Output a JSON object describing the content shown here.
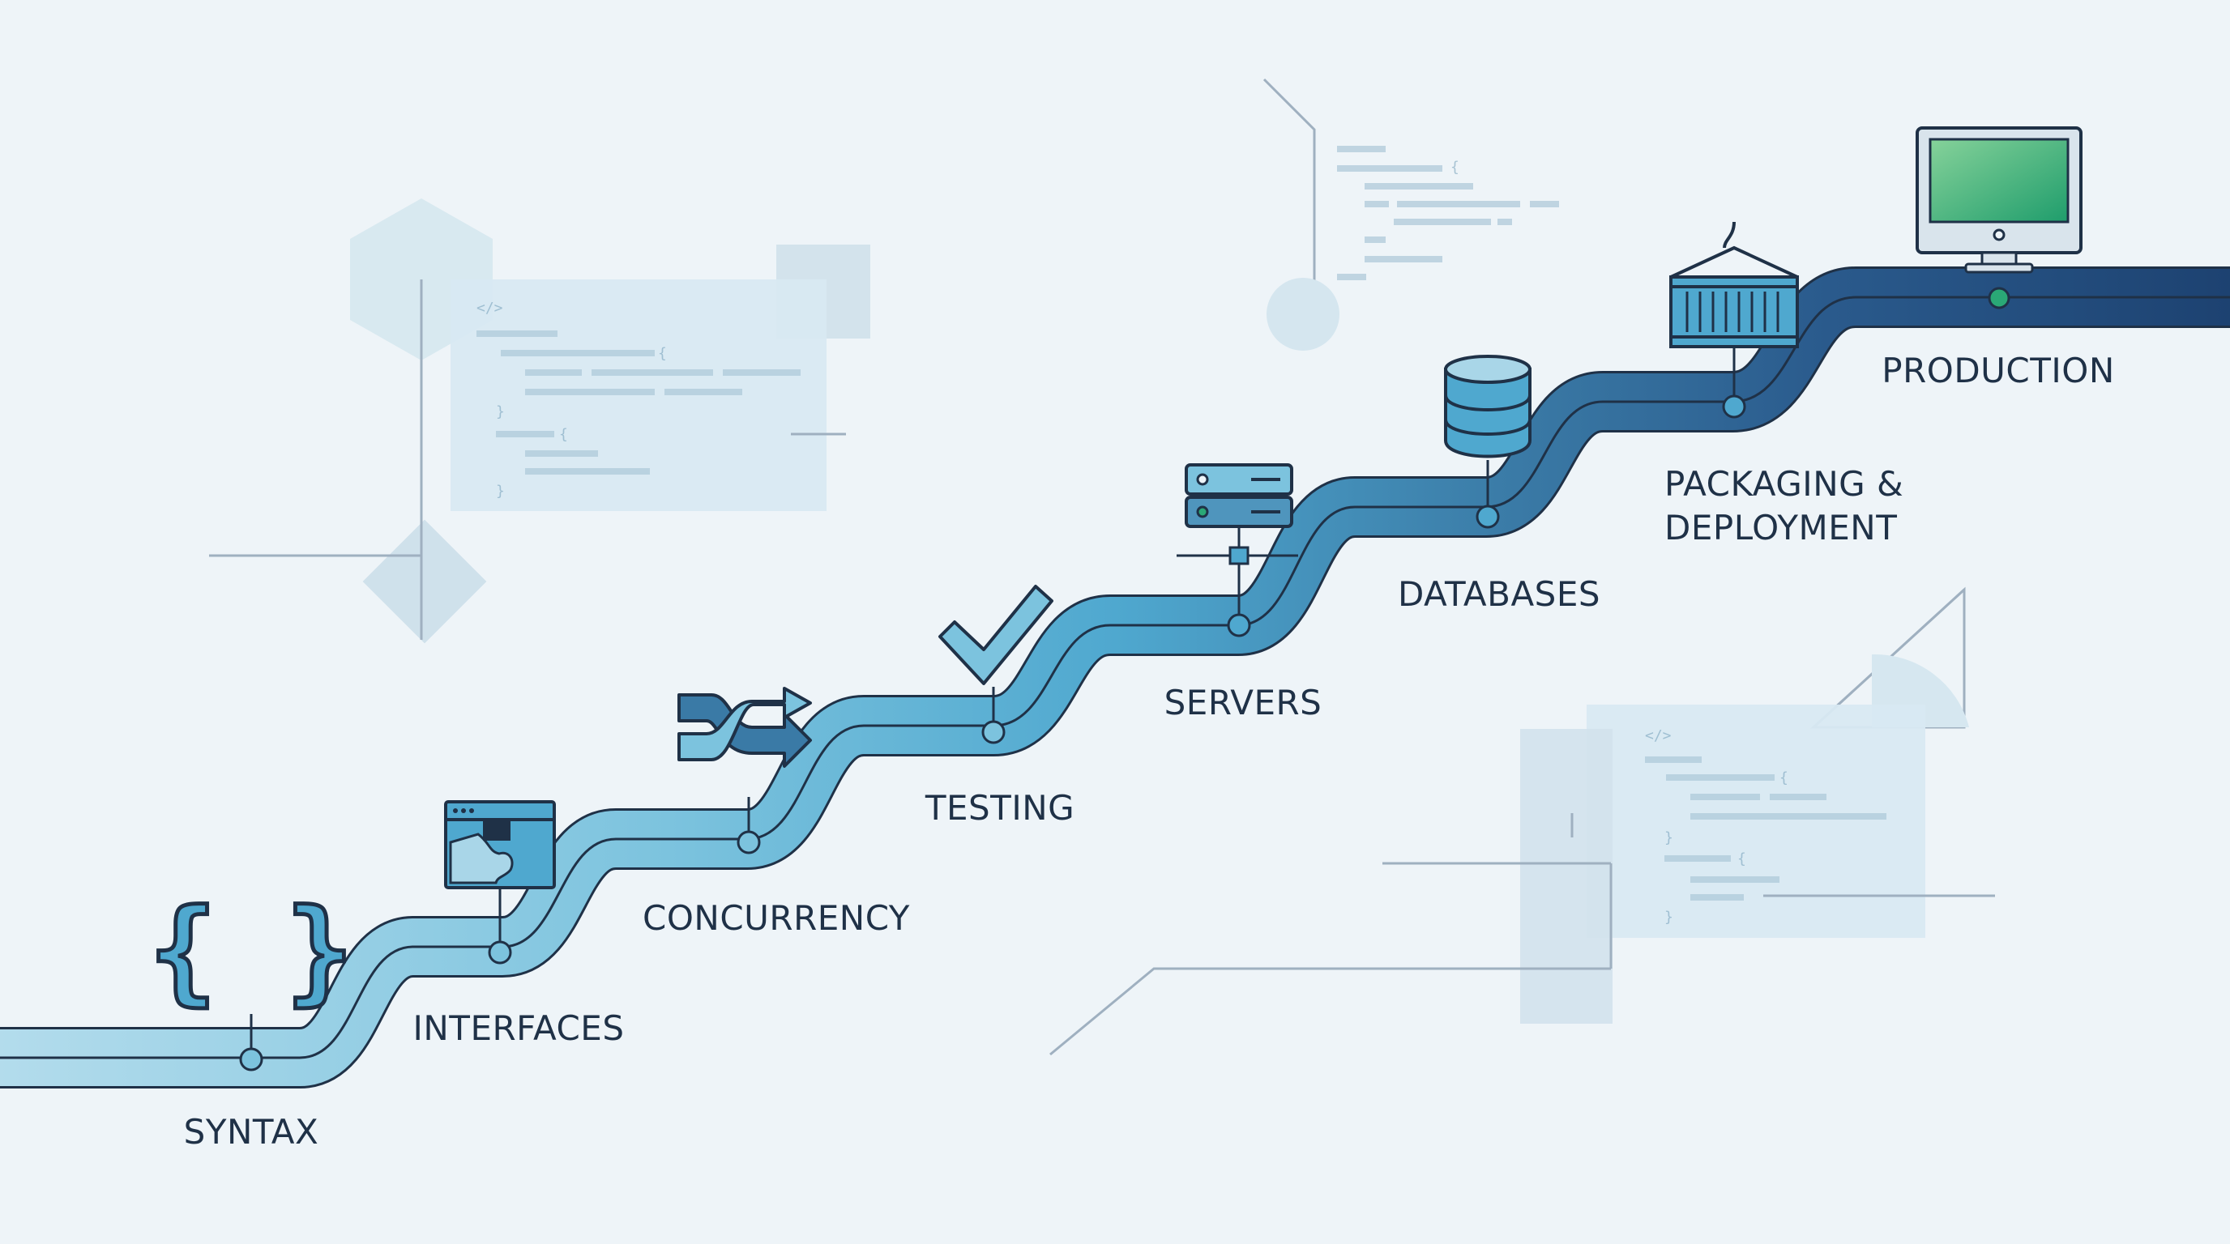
{
  "diagram": {
    "stages": [
      {
        "id": "syntax",
        "label": "SYNTAX",
        "icon": "curly-braces-icon"
      },
      {
        "id": "interfaces",
        "label": "INTERFACES",
        "icon": "puzzle-window-icon"
      },
      {
        "id": "concurrency",
        "label": "CONCURRENCY",
        "icon": "shuffle-arrows-icon"
      },
      {
        "id": "testing",
        "label": "TESTING",
        "icon": "checkmark-icon"
      },
      {
        "id": "servers",
        "label": "SERVERS",
        "icon": "server-rack-icon"
      },
      {
        "id": "databases",
        "label": "DATABASES",
        "icon": "database-icon"
      },
      {
        "id": "packaging",
        "label_lines": [
          "PACKAGING &",
          "DEPLOYMENT"
        ],
        "icon": "shipping-container-icon"
      },
      {
        "id": "production",
        "label": "PRODUCTION",
        "icon": "desktop-monitor-icon"
      }
    ],
    "colors": {
      "background": "#eef4f8",
      "road_light": "#a9d6e8",
      "road_mid": "#4f95bd",
      "road_dark": "#1d4271",
      "outline": "#1f3147",
      "accent_green": "#2aa876"
    }
  }
}
